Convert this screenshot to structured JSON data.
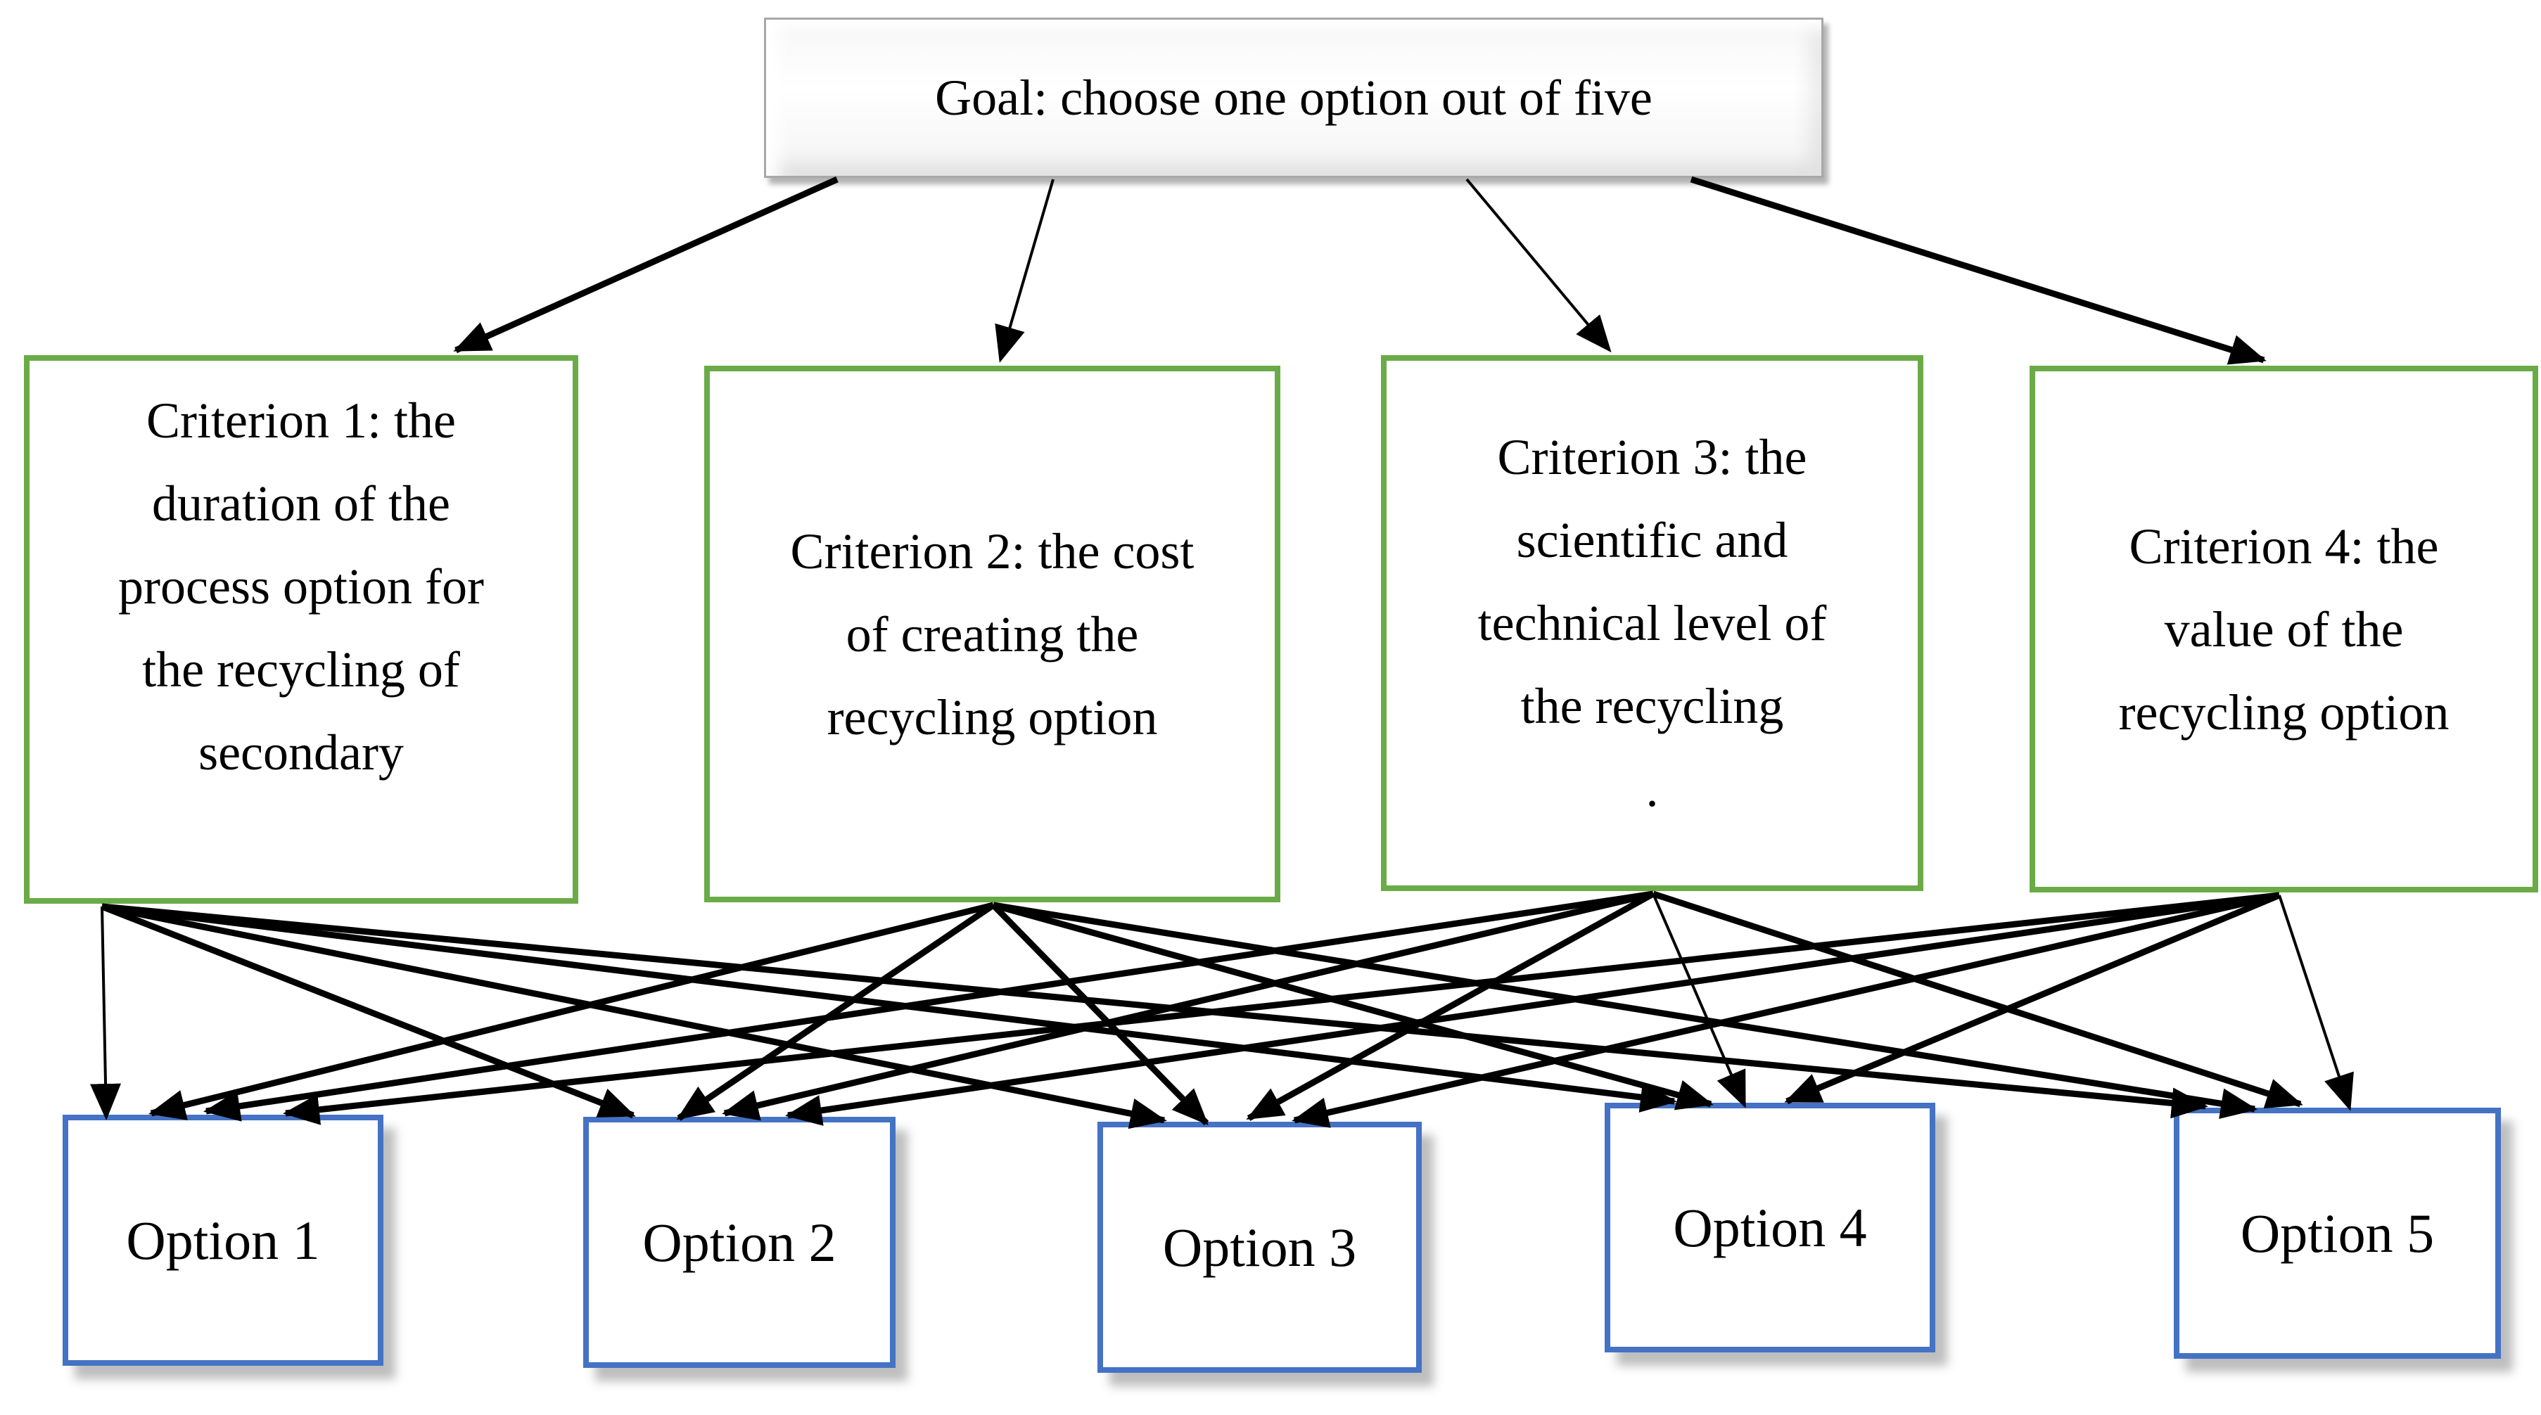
{
  "goal": {
    "label": "Goal: choose one option out of five"
  },
  "criteria": [
    {
      "name": "Criterion 1",
      "lines": [
        "Criterion 1: the",
        "duration of the",
        "process option for",
        "the recycling of",
        "secondary"
      ]
    },
    {
      "name": "Criterion 2",
      "lines": [
        "Criterion 2: the cost",
        "of creating the",
        "recycling option"
      ]
    },
    {
      "name": "Criterion 3",
      "lines": [
        "Criterion 3: the",
        "scientific and",
        "technical level of",
        "the recycling",
        "."
      ]
    },
    {
      "name": "Criterion 4",
      "lines": [
        "Criterion 4: the",
        "value of the",
        "recycling option"
      ]
    }
  ],
  "options": [
    {
      "label": "Option 1"
    },
    {
      "label": "Option 2"
    },
    {
      "label": "Option 3"
    },
    {
      "label": "Option 4"
    },
    {
      "label": "Option 5"
    }
  ],
  "edges": {
    "goal_to": [
      "Criterion 1",
      "Criterion 2",
      "Criterion 3",
      "Criterion 4"
    ],
    "criteria_to_options": "every criterion connects with an arrow to every option"
  },
  "colors": {
    "criterion_border": "#6aab47",
    "option_border": "#4472c4",
    "arrow": "#000000",
    "goal_border": "#a8a8a8"
  }
}
